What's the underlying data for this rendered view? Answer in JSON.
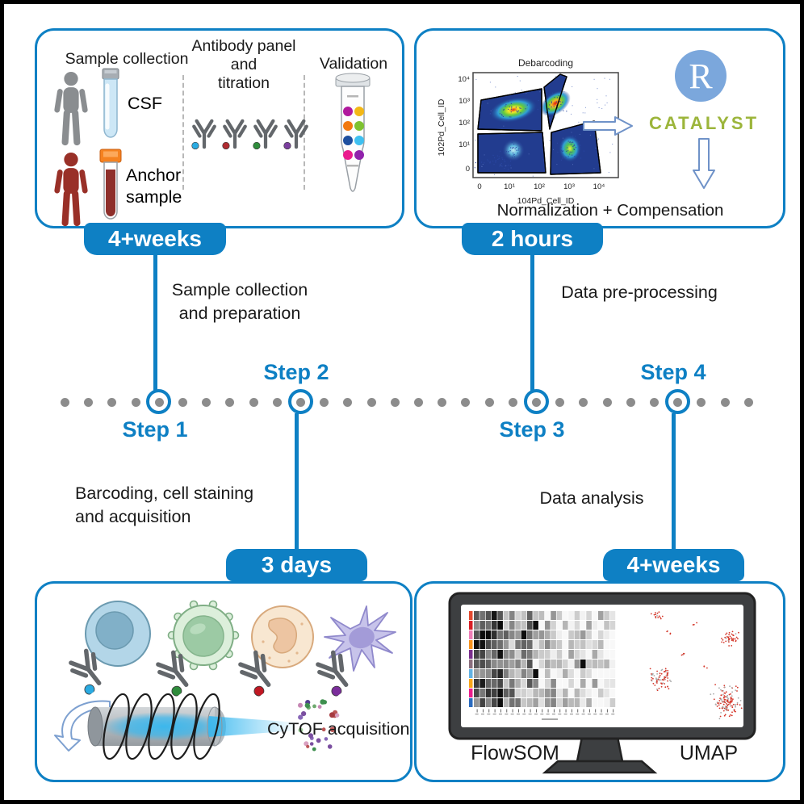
{
  "colors": {
    "accent": "#0e80c4",
    "timeline_dot_gray": "#8c8c8c",
    "r_logo_blue": "#7ba7dc",
    "catalyst_green": "#9cb53b",
    "antibody_tags": [
      "#2aabe2",
      "#b02c31",
      "#2f8c3c",
      "#7b3f9e"
    ],
    "cell_tags": [
      "#2aabe2",
      "#2f8c3c",
      "#c01823",
      "#7b2d9b"
    ],
    "validation_dots": [
      "#b0199d",
      "#f3b715",
      "#f2790f",
      "#7ec231",
      "#1d4f9f",
      "#3fc0f0",
      "#ea1b8d",
      "#9122ac"
    ],
    "heatmap_rows": [
      "#e2492f",
      "#d81f26",
      "#ef7db6",
      "#f6921e",
      "#7b2e8d",
      "#8b6f7e",
      "#63b3e4",
      "#f9a61a",
      "#ec1e8c",
      "#2a6bbf"
    ],
    "umap_red": "#d5382b",
    "umap_gray": "#a9a9a9"
  },
  "timeline": {
    "steps": [
      "Step 1",
      "Step 2",
      "Step 3",
      "Step 4"
    ]
  },
  "phase1": {
    "badge": "4+weeks",
    "label": "Sample collection\nand preparation"
  },
  "phase2": {
    "badge": "3 days",
    "label": "Barcoding, cell staining\nand acquisition"
  },
  "phase3": {
    "badge": "2 hours",
    "label": "Data pre-processing"
  },
  "phase4": {
    "badge": "4+weeks",
    "label": "Data analysis"
  },
  "box1": {
    "sample_collection": "Sample collection",
    "csf": "CSF",
    "anchor": "Anchor\nsample",
    "antibody_panel": "Antibody panel\nand\ntitration",
    "validation": "Validation"
  },
  "box3": {
    "plot_title": "Debarcoding",
    "xlabel": "104Pd_Cell_ID",
    "ylabel": "102Pd_Cell_ID",
    "xticks": [
      "0",
      "10¹",
      "10²",
      "10³",
      "10⁴"
    ],
    "yticks": [
      "10⁴",
      "10³",
      "10²",
      "10¹",
      "0"
    ],
    "r_letter": "R",
    "catalyst": "CATALYST",
    "caption": "Normalization + Compensation"
  },
  "box2": {
    "cytof": "CyTOF acquisition"
  },
  "box4": {
    "flowsom": "FlowSOM",
    "umap": "UMAP"
  }
}
